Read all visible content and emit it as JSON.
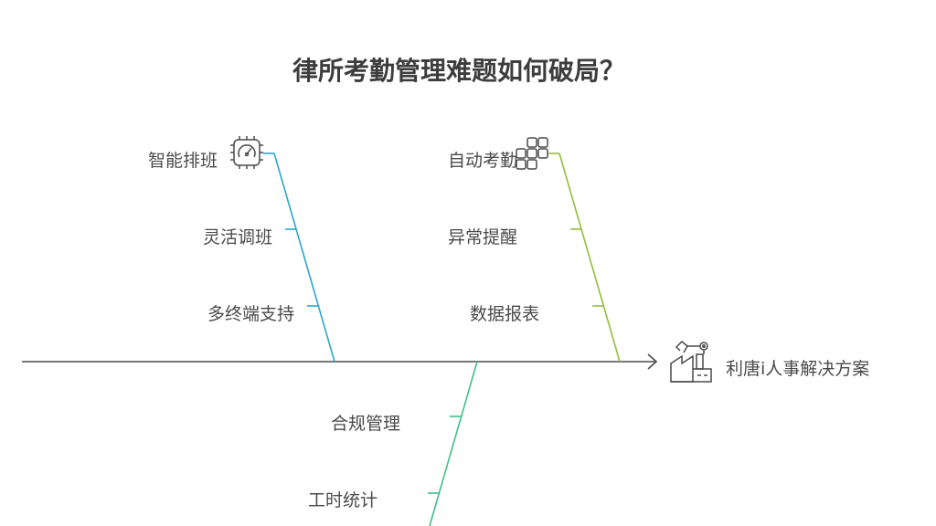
{
  "title": "律所考勤管理难题如何破局？",
  "head_label": "利唐i人事解决方案",
  "colors": {
    "spine": "#4a4a4a",
    "branch_blue": "#2aa6c9",
    "branch_green": "#95bb3e",
    "branch_teal": "#3fbf8a",
    "text": "#4a4a4a"
  },
  "branches": [
    {
      "name": "blue",
      "icon": "gauge-chip-icon",
      "items": [
        "智能排班",
        "灵活调班",
        "多终端支持"
      ]
    },
    {
      "name": "green",
      "icon": "modules-grid-icon",
      "items": [
        "自动考勤",
        "异常提醒",
        "数据报表"
      ]
    },
    {
      "name": "teal",
      "icon": "",
      "items": [
        "合规管理",
        "工时统计"
      ]
    }
  ],
  "head_icon": "robot-factory-icon"
}
